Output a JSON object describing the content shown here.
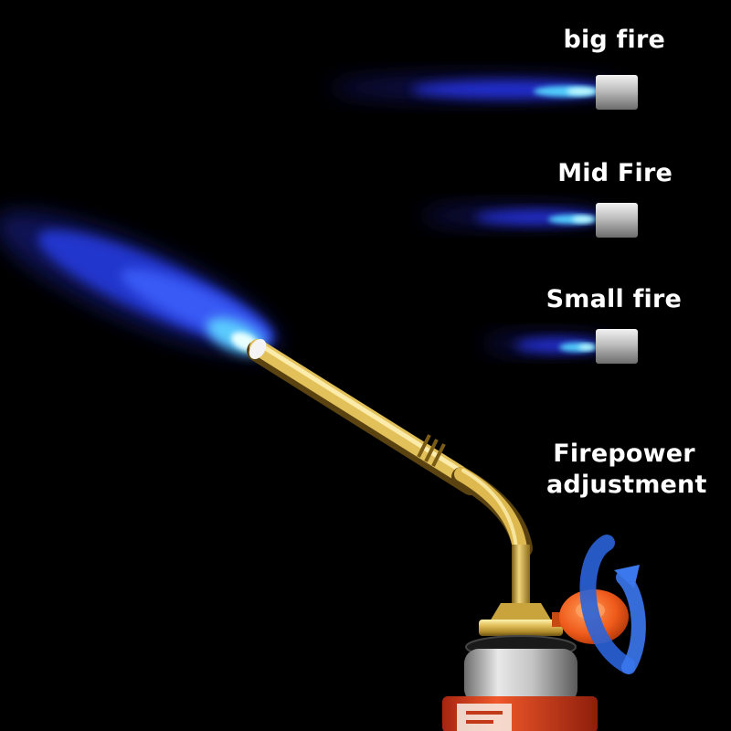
{
  "labels": {
    "big_fire": "big fire",
    "mid_fire": "Mid Fire",
    "small_fire": "Small fire",
    "adjustment_line1": "Firepower",
    "adjustment_line2": "adjustment"
  },
  "colors": {
    "background": "#000000",
    "flame_blue": "#2c4bff",
    "flame_core": "#8ff4ff",
    "brass": "#d4b24a",
    "knob_orange": "#f0621e",
    "arrow_blue": "#2a63d8",
    "canister_red": "#e0401c",
    "label_text": "#ffffff"
  },
  "icons": [
    "rotate-arrow-icon"
  ]
}
